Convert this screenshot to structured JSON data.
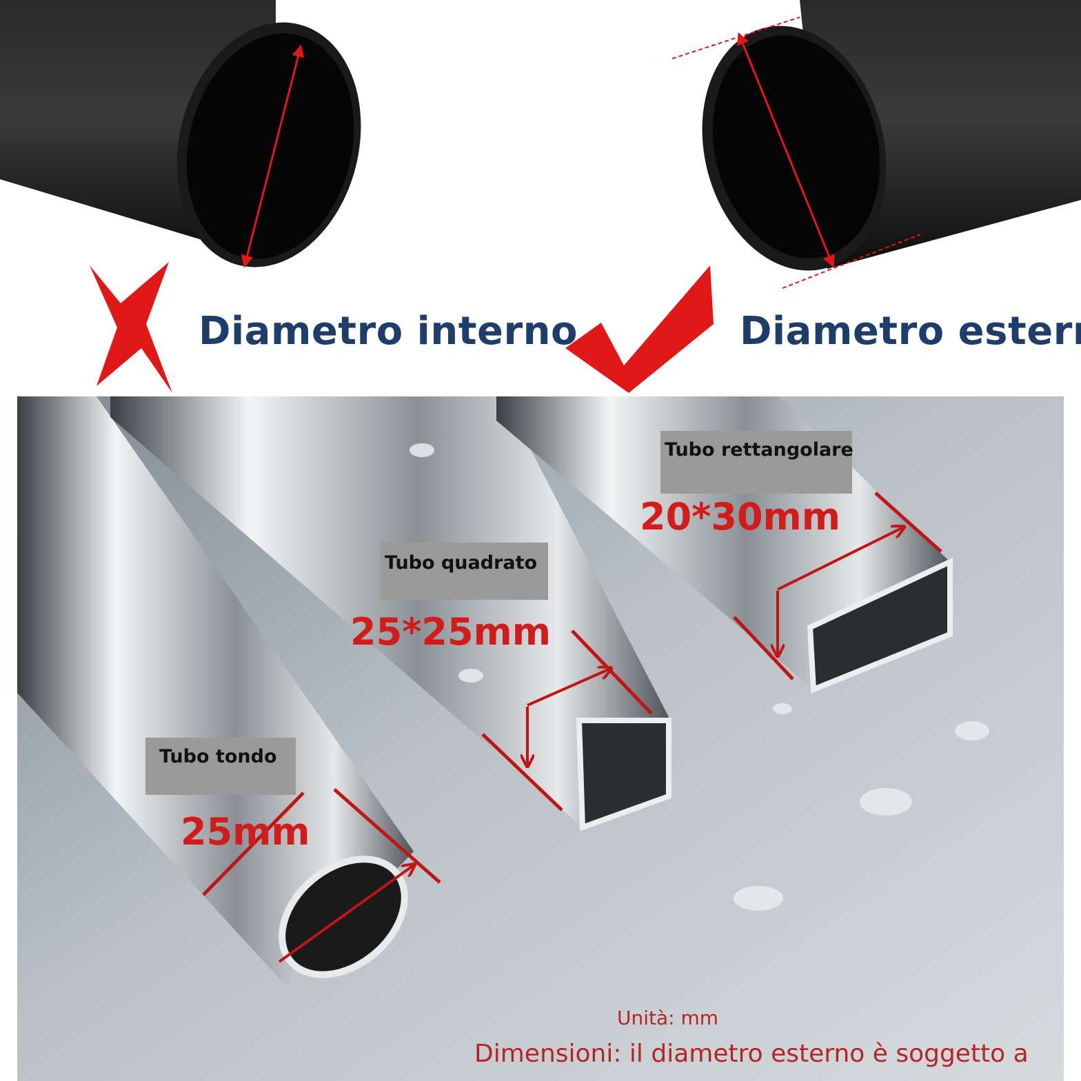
{
  "top": {
    "wrong": {
      "label": "Diametro interno",
      "mark": "cross-mark-icon"
    },
    "right": {
      "label": "Diametro esterno",
      "mark": "check-mark-icon"
    }
  },
  "tubes": {
    "round": {
      "label": "Tubo tondo",
      "size": "25mm"
    },
    "square": {
      "label": "Tubo quadrato",
      "size": "25*25mm"
    },
    "rect": {
      "label": "Tubo rettangolare",
      "size": "20*30mm"
    }
  },
  "footer": {
    "unit": "Unità: mm",
    "note": "Dimensioni: il diametro esterno è soggetto a"
  },
  "colors": {
    "accent_red": "#e01818",
    "heading_blue": "#1f3d6b",
    "pipe_black": "#151515",
    "steel_background": "#a9b2b9"
  }
}
